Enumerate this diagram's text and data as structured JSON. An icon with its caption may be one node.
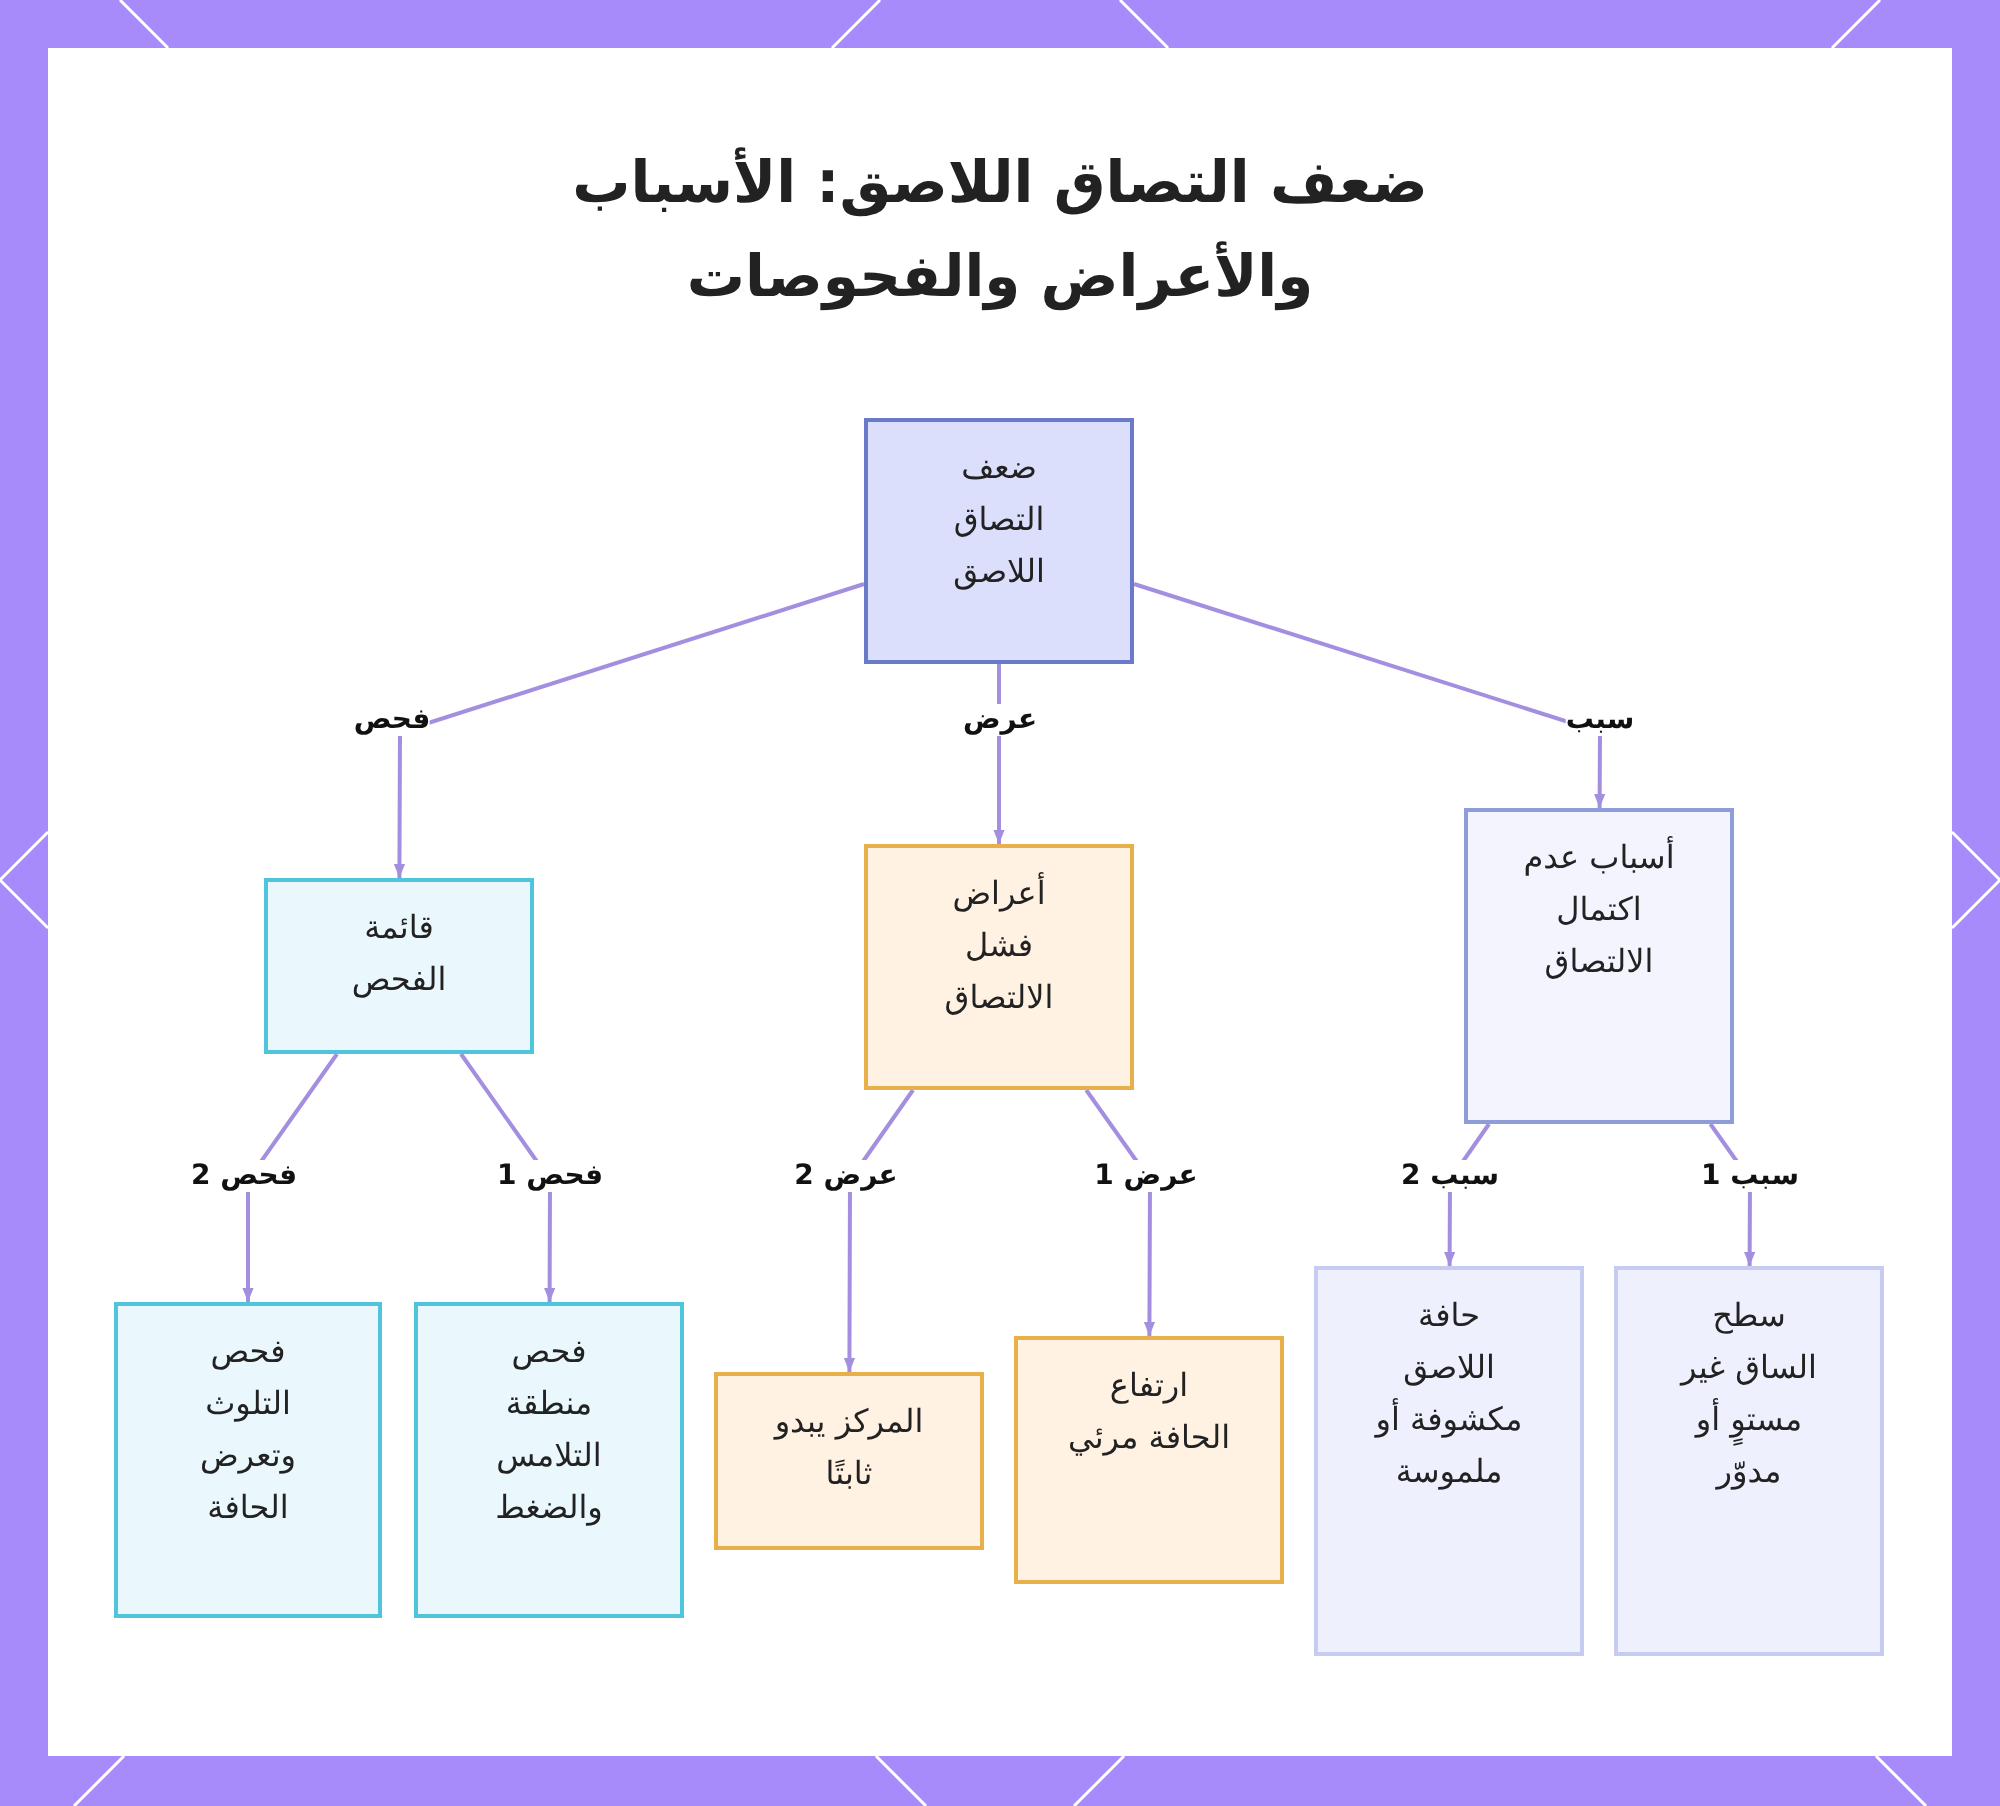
{
  "diagram": {
    "title": "ضعف التصاق اللاصق: الأسباب والأعراض والفحوصات",
    "nodes": [
      {
        "text": [
          "ضعف التصاق اللاصق"
        ]
      },
      {
        "text": [
          "أسباب عدم اكتمال الالتصاق"
        ]
      },
      {
        "text": [
          "أعراض فشل الالتصاق"
        ]
      },
      {
        "text": [
          "قائمة الفحص"
        ]
      },
      {
        "text": [
          "سطح الساق غير مستوٍ أو مدوّر"
        ]
      },
      {
        "text": [
          "حافة اللاصق مكشوفة أو ملموسة"
        ]
      },
      {
        "text": [
          "ارتفاع الحافة مرئي"
        ]
      },
      {
        "text": [
          "المركز يبدو ثابتًا"
        ]
      },
      {
        "text": [
          "فحص منطقة التلامس والضغط"
        ]
      },
      {
        "text": [
          "فحص التلوث وتعرض الحافة"
        ]
      }
    ],
    "edges": [
      {
        "from": 0,
        "to": 1,
        "arrow": "to",
        "label": "سبب"
      },
      {
        "from": 0,
        "to": 2,
        "arrow": "to",
        "label": "عرض"
      },
      {
        "from": 0,
        "to": 3,
        "arrow": "to",
        "label": "فحص"
      },
      {
        "from": 1,
        "to": 4,
        "arrow": "to",
        "label": "سبب 1"
      },
      {
        "from": 1,
        "to": 5,
        "arrow": "to",
        "label": "سبب 2"
      },
      {
        "from": 2,
        "to": 6,
        "arrow": "to",
        "label": "عرض 1"
      },
      {
        "from": 2,
        "to": 7,
        "arrow": "to",
        "label": "عرض 2"
      },
      {
        "from": 3,
        "to": 8,
        "arrow": "to",
        "label": "فحص 1"
      },
      {
        "from": 3,
        "to": 9,
        "arrow": "to",
        "label": "فحص 2"
      }
    ]
  }
}
